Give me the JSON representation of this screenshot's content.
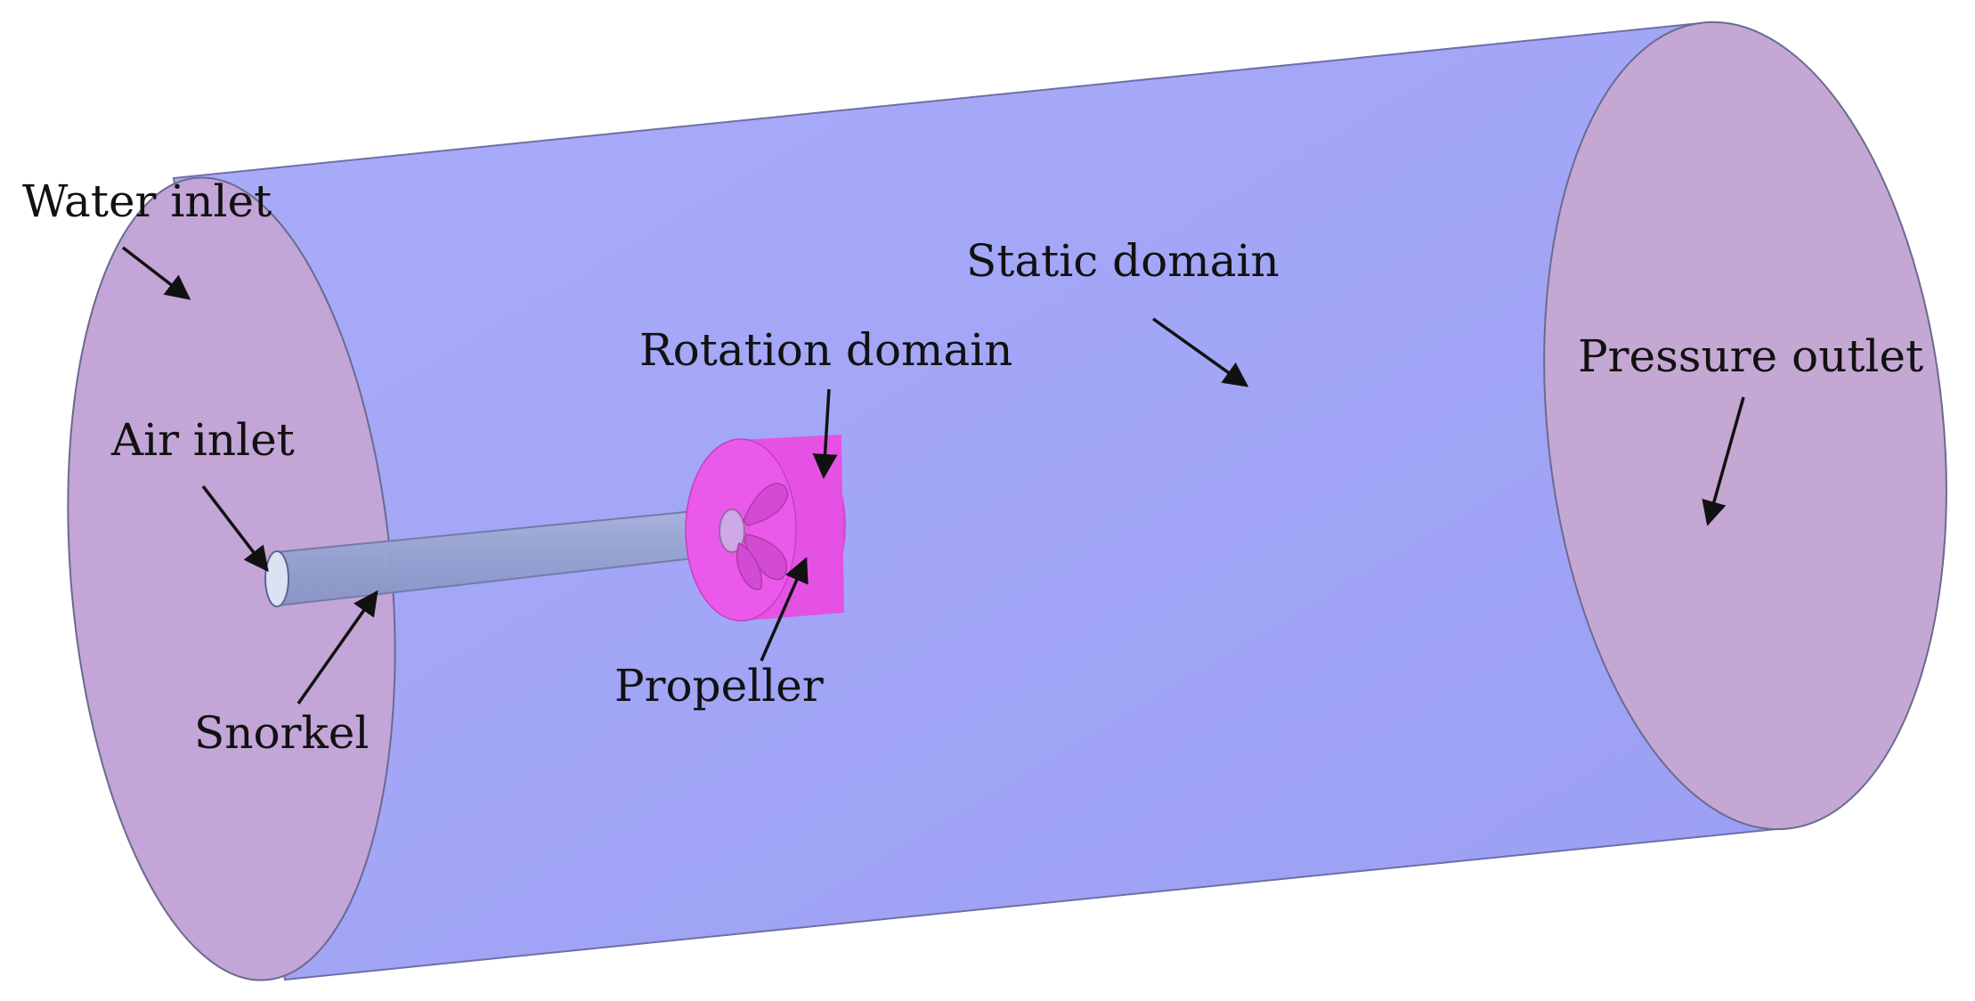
{
  "labels": {
    "water_inlet": "Water inlet",
    "static_domain": "Static domain",
    "rotation_domain": "Rotation domain",
    "pressure_outlet": "Pressure outlet",
    "air_inlet": "Air inlet",
    "propeller": "Propeller",
    "snorkel": "Snorkel"
  },
  "colors": {
    "background": "#ffffff",
    "static_domain_fill": "#a3a6f7",
    "inlet_face_fill": "#c2a4d6",
    "outlet_face_fill": "#c4a6d2",
    "rotation_domain_fill": "#ea55e8",
    "snorkel_fill": "#9aa6d2",
    "arrow": "#111111"
  }
}
